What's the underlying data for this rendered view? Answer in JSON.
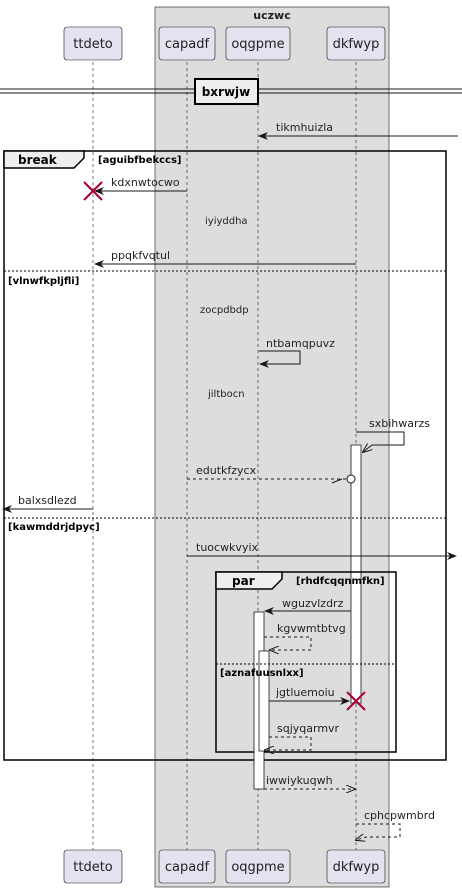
{
  "box": {
    "title": "uczwc"
  },
  "participants": {
    "ttdeto": "ttdeto",
    "capadf": "capadf",
    "oqgpme": "oqgpme",
    "dkfwyp": "dkfwyp"
  },
  "divider": {
    "label": "bxrwjw"
  },
  "messages": {
    "tikmhuizla": "tikmhuizla",
    "kdxnwtocwo": "kdxnwtocwo",
    "iyiyddha": "iyiyddha",
    "ppqkfvqtul": "ppqkfvqtul",
    "zocpdbdp": "zocpdbdp",
    "ntbamqpuvz": "ntbamqpuvz",
    "jiltbocn": "jiltbocn",
    "sxbihwarzs": "sxbihwarzs",
    "edutkfzycx": "edutkfzycx",
    "balxsdlezd": "balxsdlezd",
    "tuocwkvyix": "tuocwkvyix",
    "wguzvlzdrz": "wguzvlzdrz",
    "kgvwmtbtvg": "kgvwmtbtvg",
    "jgtluemoiu": "jgtluemoiu",
    "sqjyqarmvr": "sqjyqarmvr",
    "iwwiykuqwh": "iwwiykuqwh",
    "cphcpwmbrd": "cphcpwmbrd"
  },
  "fragments": {
    "break": {
      "title": "break",
      "cond1": "[aguibfbekccs]",
      "cond2": "[vlnwfkpljfli]",
      "cond3": "[kawmddrjdpyc]"
    },
    "par": {
      "title": "par",
      "cond1": "[rhdfcqqnmfkn]",
      "cond2": "[aznafuusnlxx]"
    }
  },
  "colors": {
    "participant_fill": "#e2e2f0",
    "participant_stroke": "#181818",
    "box_fill": "#dddddd",
    "destroy": "#a80036"
  }
}
